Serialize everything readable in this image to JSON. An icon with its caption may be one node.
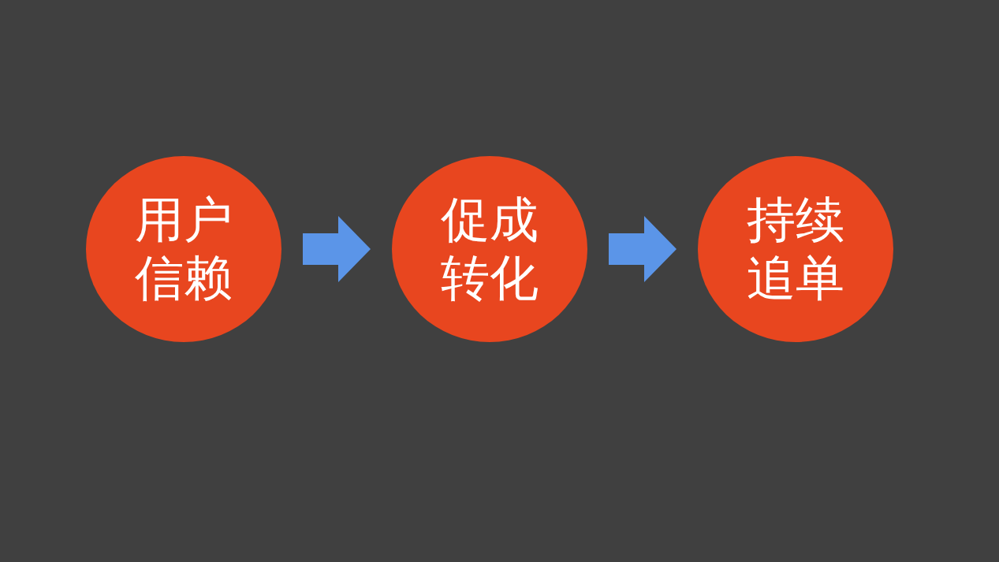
{
  "diagram": {
    "nodes": [
      {
        "text": [
          "用户信赖"
        ]
      },
      {
        "text": [
          "促成转化"
        ]
      },
      {
        "text": [
          "持续追单"
        ]
      }
    ],
    "edges": [
      {
        "from": 0,
        "to": 1,
        "arrow": "to"
      },
      {
        "from": 1,
        "to": 2,
        "arrow": "to"
      }
    ]
  }
}
